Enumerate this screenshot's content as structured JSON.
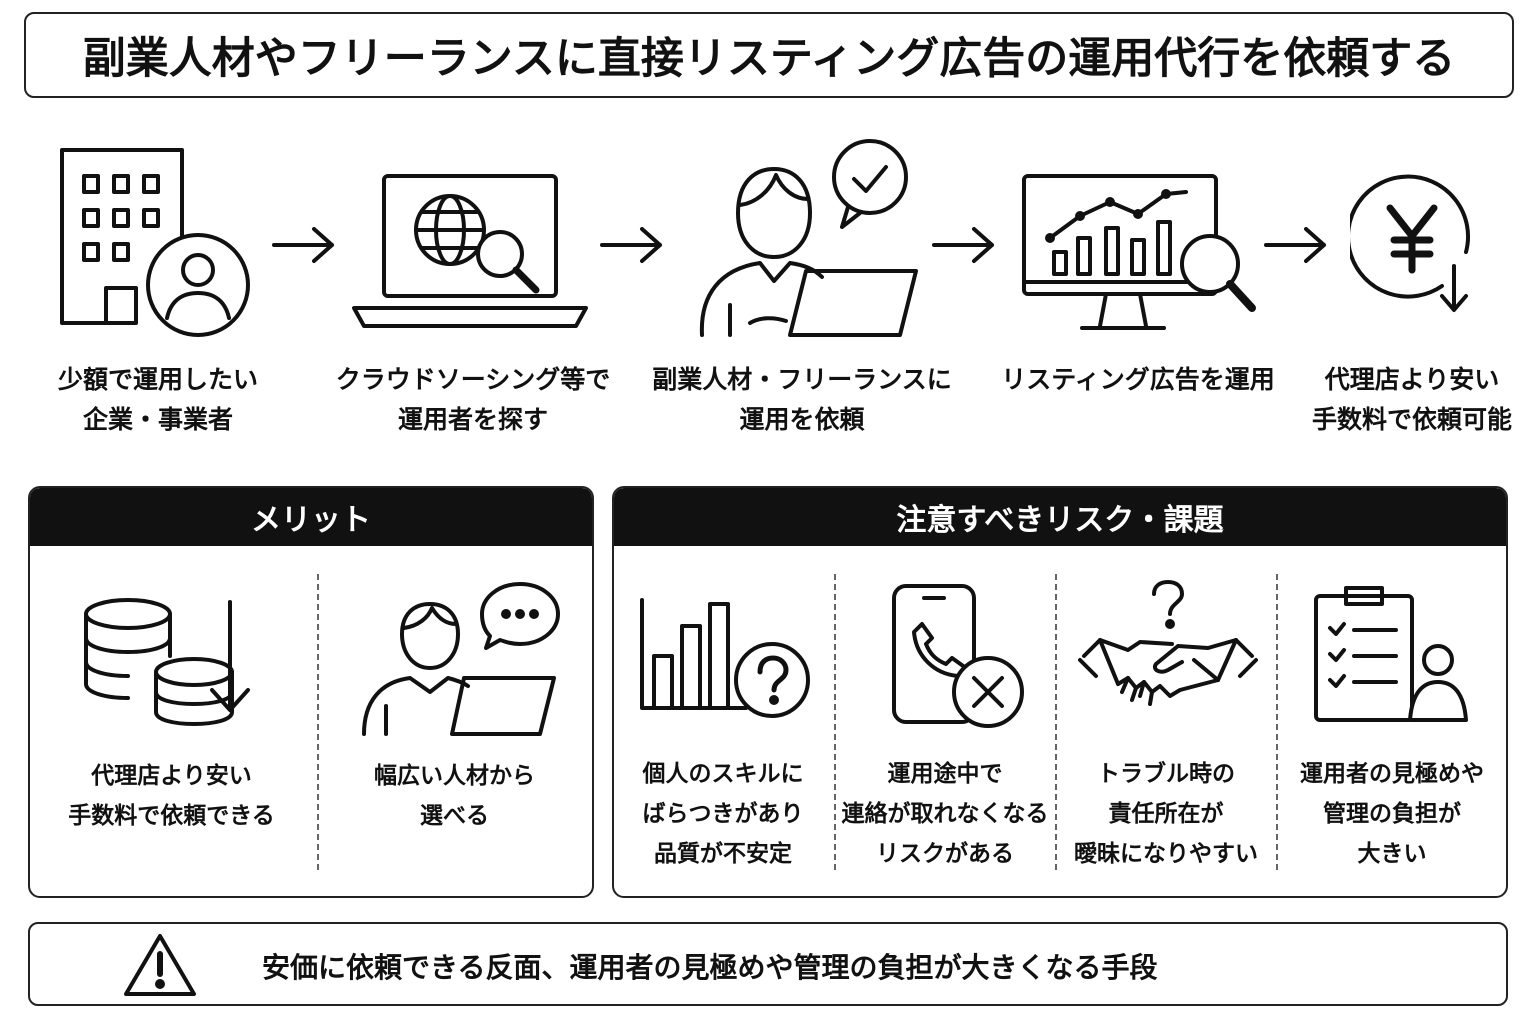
{
  "title": "副業人材やフリーランスに直接リスティング広告の運用代行を依頼する",
  "flow": [
    {
      "icon": "building-person-icon",
      "lines": [
        "少額で運用したい",
        "企業・事業者"
      ]
    },
    {
      "icon": "laptop-globe-search-icon",
      "lines": [
        "クラウドソーシング等で",
        "運用者を探す"
      ]
    },
    {
      "icon": "freelancer-laptop-check-icon",
      "lines": [
        "副業人材・フリーランスに",
        "運用を依頼"
      ]
    },
    {
      "icon": "monitor-chart-search-icon",
      "lines": [
        "リスティング広告を運用"
      ]
    },
    {
      "icon": "yen-down-icon",
      "lines": [
        "代理店より安い",
        "手数料で依頼可能"
      ]
    }
  ],
  "merit": {
    "heading": "メリット",
    "items": [
      {
        "icon": "coins-down-icon",
        "lines": [
          "代理店より安い",
          "手数料で依頼できる"
        ]
      },
      {
        "icon": "person-laptop-chat-icon",
        "lines": [
          "幅広い人材から",
          "選べる"
        ]
      }
    ]
  },
  "risk": {
    "heading": "注意すべきリスク・課題",
    "items": [
      {
        "icon": "bar-chart-question-icon",
        "lines": [
          "個人のスキルに",
          "ばらつきがあり",
          "品質が不安定"
        ]
      },
      {
        "icon": "phone-cross-icon",
        "lines": [
          "運用途中で",
          "連絡が取れなくなる",
          "リスクがある"
        ]
      },
      {
        "icon": "handshake-question-icon",
        "lines": [
          "トラブル時の",
          "責任所在が",
          "曖昧になりやすい"
        ]
      },
      {
        "icon": "clipboard-person-icon",
        "lines": [
          "運用者の見極めや",
          "管理の負担が",
          "大きい"
        ]
      }
    ]
  },
  "summary": {
    "icon": "warning-icon",
    "text": "安価に依頼できる反面、運用者の見極めや管理の負担が大きくなる手段"
  }
}
